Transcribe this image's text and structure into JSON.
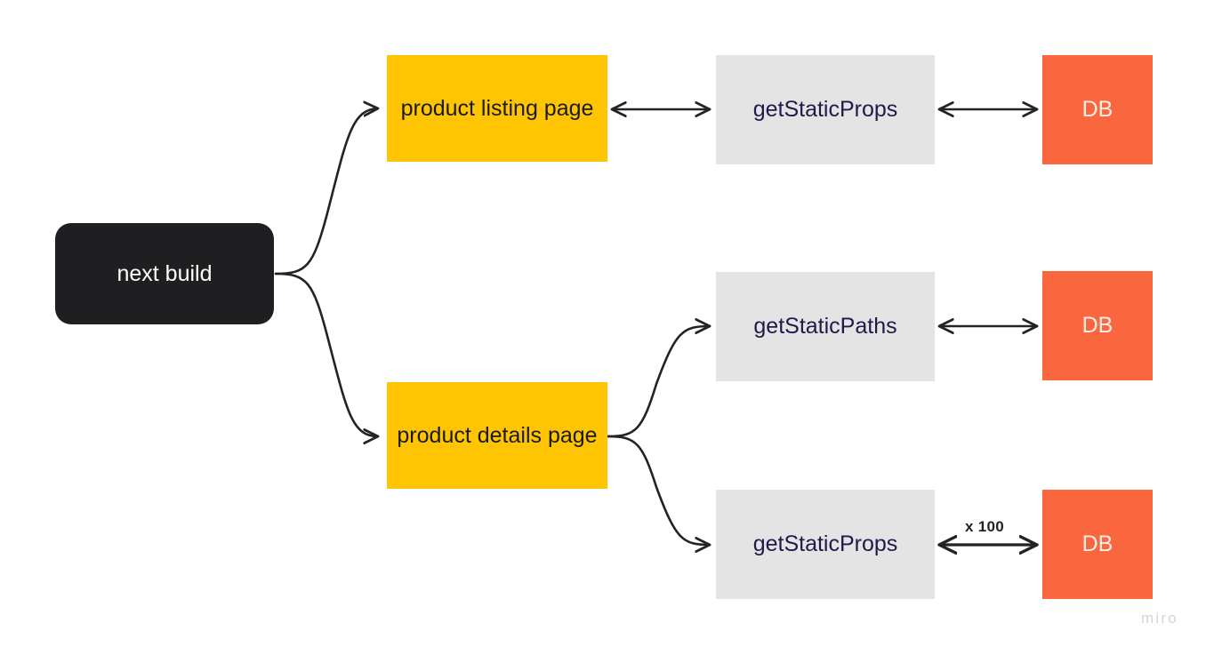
{
  "diagram": {
    "title_node": {
      "label": "next build"
    },
    "pages": [
      {
        "id": "product-listing-page",
        "label": "product listing page"
      },
      {
        "id": "product-details-page",
        "label": "product details page"
      }
    ],
    "functions": [
      {
        "id": "get-static-props-listing",
        "label": "getStaticProps"
      },
      {
        "id": "get-static-paths",
        "label": "getStaticPaths"
      },
      {
        "id": "get-static-props-details",
        "label": "getStaticProps"
      }
    ],
    "databases": [
      {
        "id": "db-listing",
        "label": "DB"
      },
      {
        "id": "db-paths",
        "label": "DB"
      },
      {
        "id": "db-details",
        "label": "DB"
      }
    ],
    "edge_labels": [
      {
        "id": "multiplier",
        "label": "x 100"
      }
    ],
    "watermark": "miro",
    "colors": {
      "background": "#ffffff",
      "build_node": "#1f1f21",
      "build_node_text": "#ffffff",
      "page_node": "#ffc502",
      "page_node_text": "#1b1b1b",
      "function_node": "#e4e4e4",
      "function_node_text": "#1e1b4b",
      "database_node": "#fa663e",
      "database_node_text": "#fdeee7",
      "connector": "#232323",
      "watermark": "#d5d5d8"
    }
  }
}
